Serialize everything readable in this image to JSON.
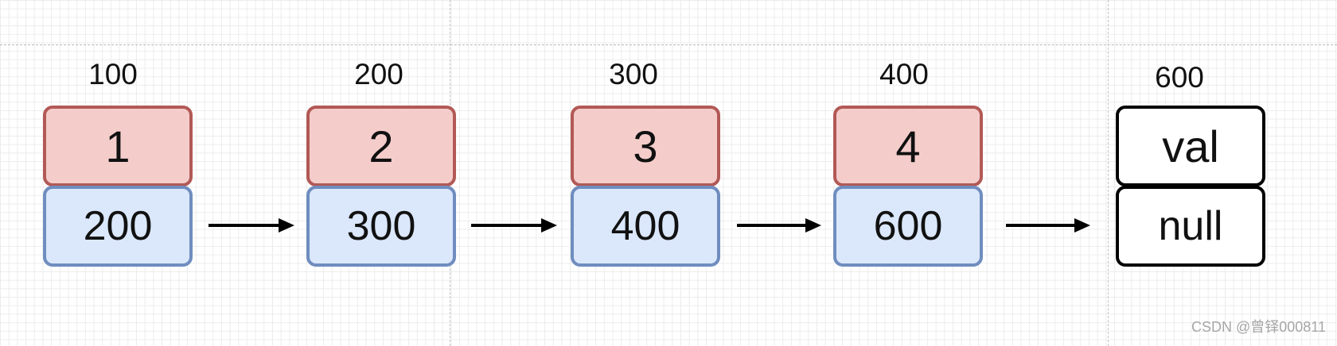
{
  "nodes": [
    {
      "address": "100",
      "value": "1",
      "next": "200",
      "color": "#f4cdcb"
    },
    {
      "address": "200",
      "value": "2",
      "next": "300",
      "color": "#f4cdcb"
    },
    {
      "address": "300",
      "value": "3",
      "next": "400",
      "color": "#f4cdcb"
    },
    {
      "address": "400",
      "value": "4",
      "next": "600",
      "color": "#f4cdcb"
    },
    {
      "address": "600",
      "value": "val",
      "next": "null",
      "color": "#ffffff"
    }
  ],
  "colors": {
    "value_fill": "#f4cdcb",
    "value_border": "#b25956",
    "next_fill": "#dbe7fb",
    "next_border": "#6f8dbf",
    "plain_border": "#000000",
    "arrow": "#000000"
  },
  "watermark": "CSDN @曾铎000811"
}
